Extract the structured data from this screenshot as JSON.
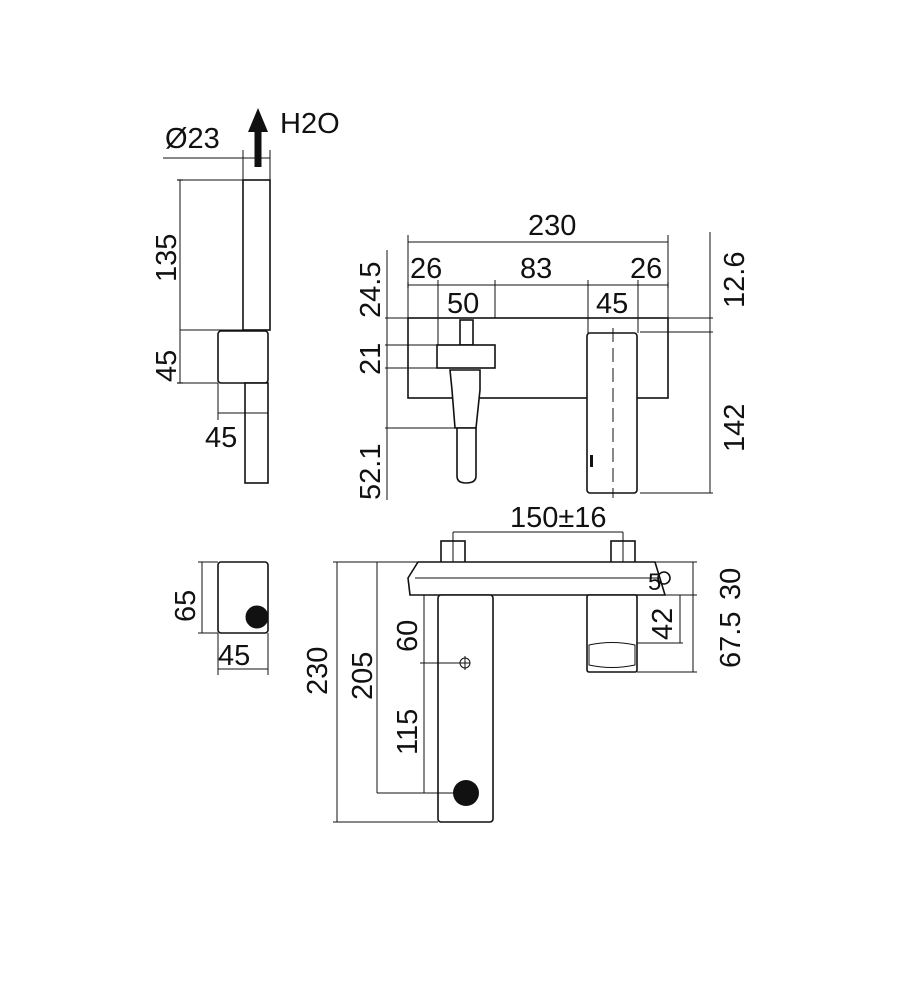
{
  "side_view": {
    "diameter": "Ø23",
    "flow": "H2O",
    "height_upper": "135",
    "height_lower": "45",
    "width_bottom": "45"
  },
  "front_view": {
    "total_width": "230",
    "left_offset": "26",
    "center_span": "83",
    "right_offset": "26",
    "valve_width": "50",
    "spout_width": "45",
    "top_margin": "24.5",
    "valve_height": "21",
    "bottom_drop": "52.1",
    "spout_offset": "12.6",
    "spout_height": "142"
  },
  "end_view": {
    "height": "65",
    "width": "45"
  },
  "plan_view": {
    "post_spacing": "150±16",
    "edge": "5",
    "plate_depth": "30",
    "spout_reach": "42",
    "spout_total": "67.5",
    "total_depth": "230",
    "handle_depth": "205",
    "upper_segment": "60",
    "lower_segment": "115"
  },
  "colors": {
    "line": "#111111",
    "background": "#ffffff"
  }
}
